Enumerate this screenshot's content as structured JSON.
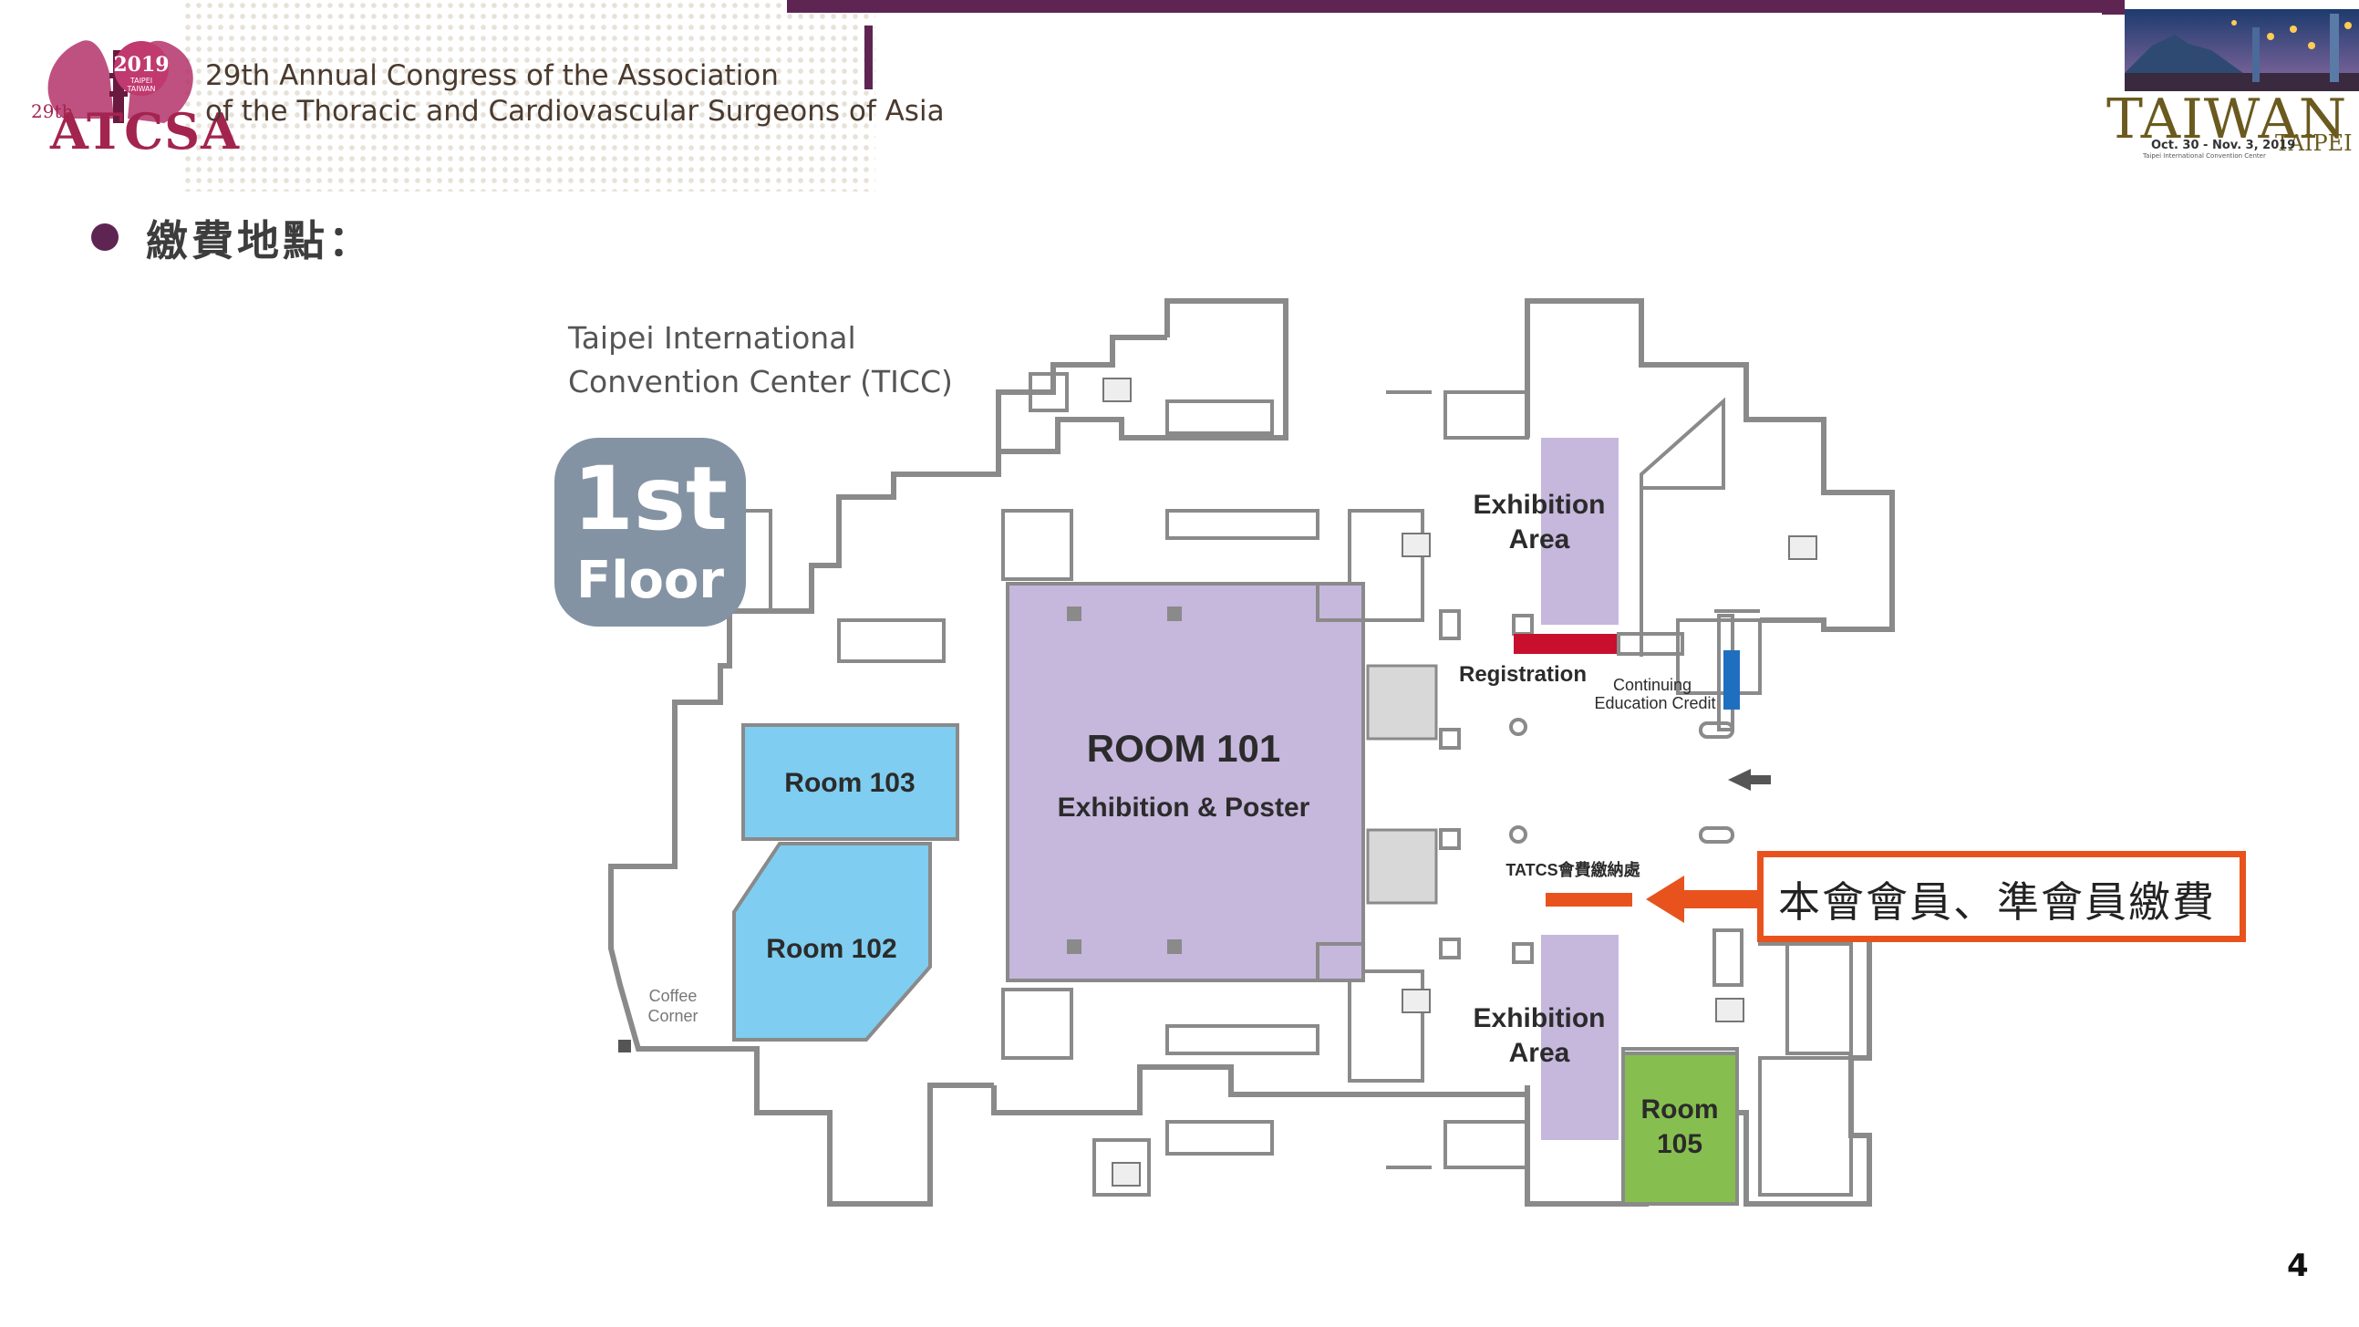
{
  "header": {
    "logo": {
      "year": "2019",
      "city_tag_1": "TAIPEI",
      "city_tag_2": "TAIWAN",
      "edition": "29th",
      "acronym": "ATCSA"
    },
    "title_line_1": "29th Annual Congress of the Association",
    "title_line_2": "of the Thoracic and Cardiovascular Surgeons of Asia",
    "banner": {
      "country": "TAIWAN",
      "city": "TAIPEI",
      "dates": "Oct. 30 - Nov. 3, 2019",
      "venue": "Taipei International Convention Center"
    }
  },
  "section_heading": "繳費地點：",
  "map": {
    "venue_line_1": "Taipei International",
    "venue_line_2": "Convention Center (TICC)",
    "floor_badge_number": "1st",
    "floor_badge_word": "Floor",
    "rooms": {
      "room_101_name": "ROOM 101",
      "room_101_sub": "Exhibition & Poster",
      "room_102": "Room 102",
      "room_103": "Room 103",
      "room_105_line_1": "Room",
      "room_105_line_2": "105",
      "exhibition_top_1": "Exhibition",
      "exhibition_top_2": "Area",
      "exhibition_bottom_1": "Exhibition",
      "exhibition_bottom_2": "Area",
      "coffee_1": "Coffee",
      "coffee_2": "Corner"
    },
    "registration": "Registration",
    "cec_line_1": "Continuing",
    "cec_line_2": "Education Credit",
    "tatcs_desk": "TATCS會費繳納處",
    "colors": {
      "purple_area": "#c6b7dc",
      "blue_room": "#7fcdf0",
      "green_room": "#86bf4f",
      "registration_red": "#c8102e",
      "cec_blue": "#1f6fc1",
      "arrow_orange": "#e8531d",
      "badge_gray": "#8493a3"
    }
  },
  "callout": "本會會員、準會員繳費",
  "page_number": "4"
}
